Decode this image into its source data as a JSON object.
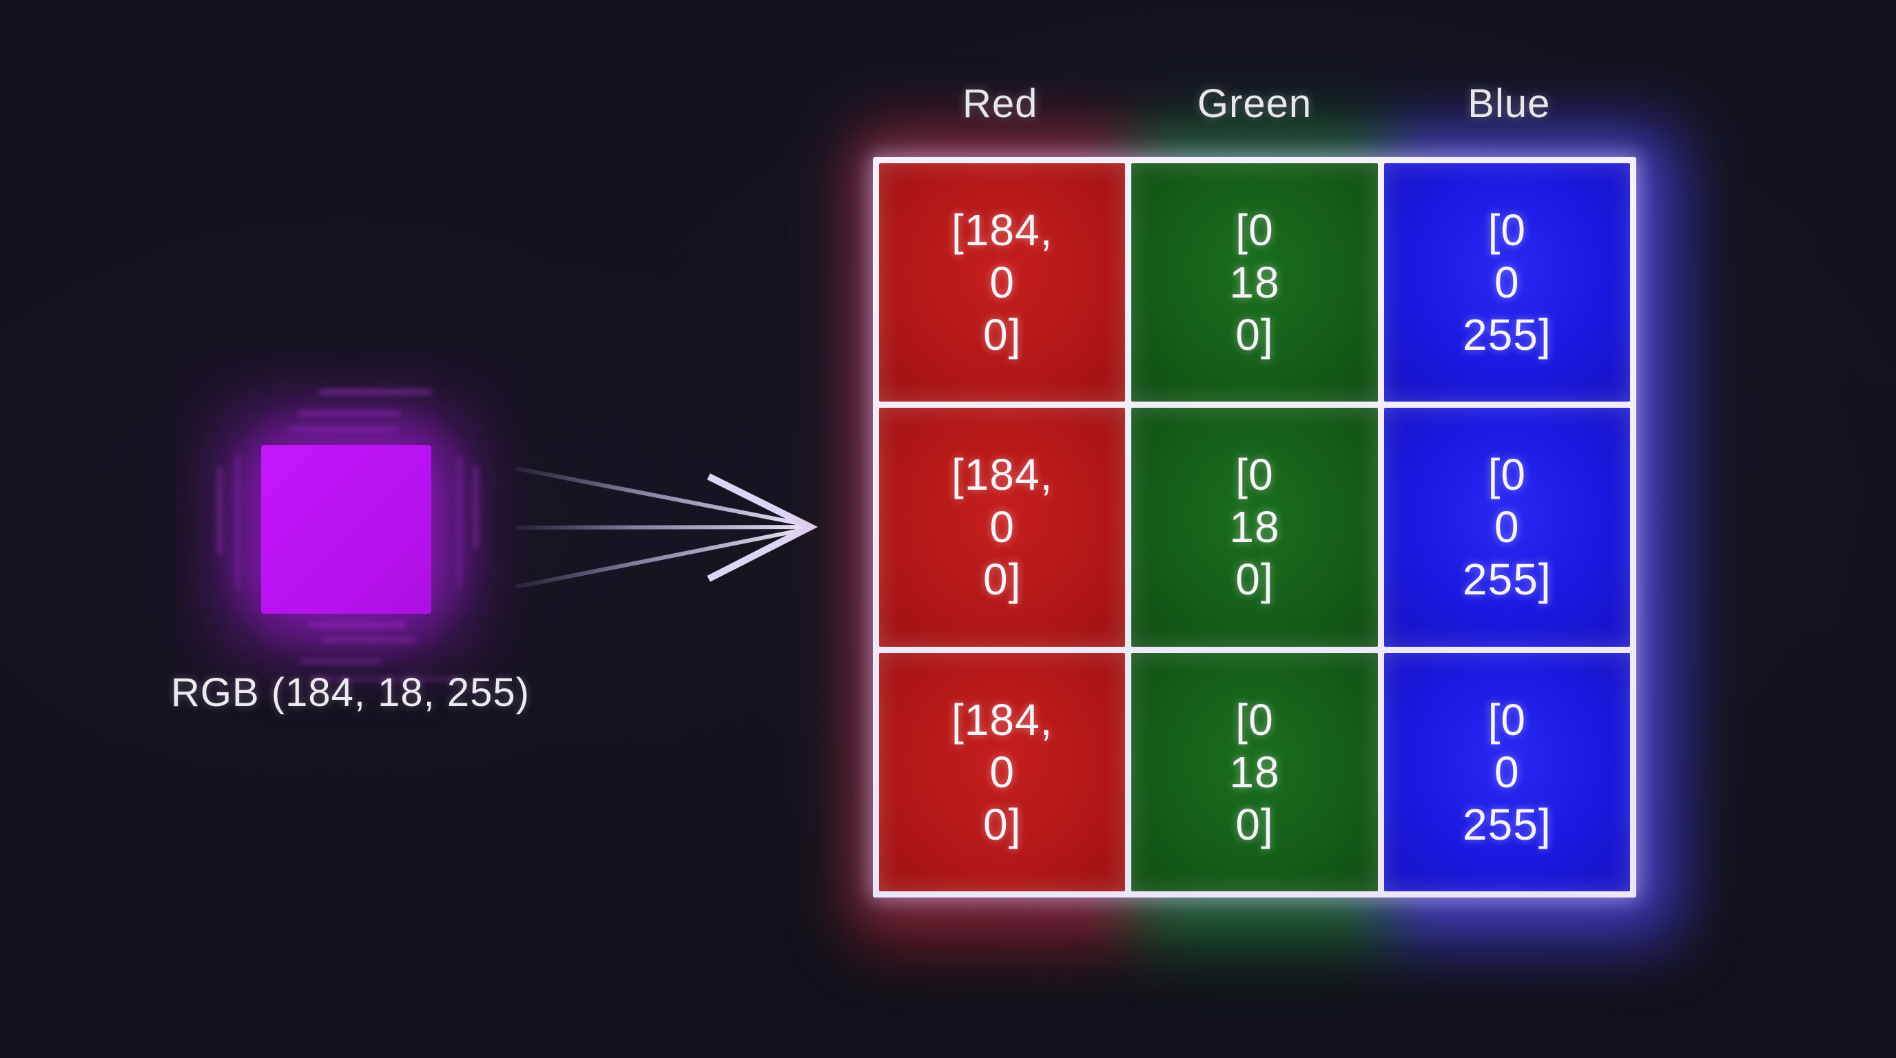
{
  "diagram": {
    "source": {
      "label": "RGB (184, 18, 255)",
      "swatch_color": "#b812f0"
    },
    "arrow": {
      "direction": "right",
      "color": "#d9d0f2"
    },
    "grid": {
      "row_count": 3,
      "line_color": "#f5f1fc",
      "columns": [
        {
          "header": "Red",
          "cell_color": "#b31717",
          "glow_color": "#c8202e",
          "lines": [
            "[184,",
            "0",
            "0]"
          ]
        },
        {
          "header": "Green",
          "cell_color": "#155e18",
          "glow_color": "#1e9a36",
          "lines": [
            "[0",
            "18",
            "0]"
          ]
        },
        {
          "header": "Blue",
          "cell_color": "#1b18e0",
          "glow_color": "#4a42ff",
          "lines": [
            "[0",
            "0",
            "255]"
          ]
        }
      ]
    }
  }
}
